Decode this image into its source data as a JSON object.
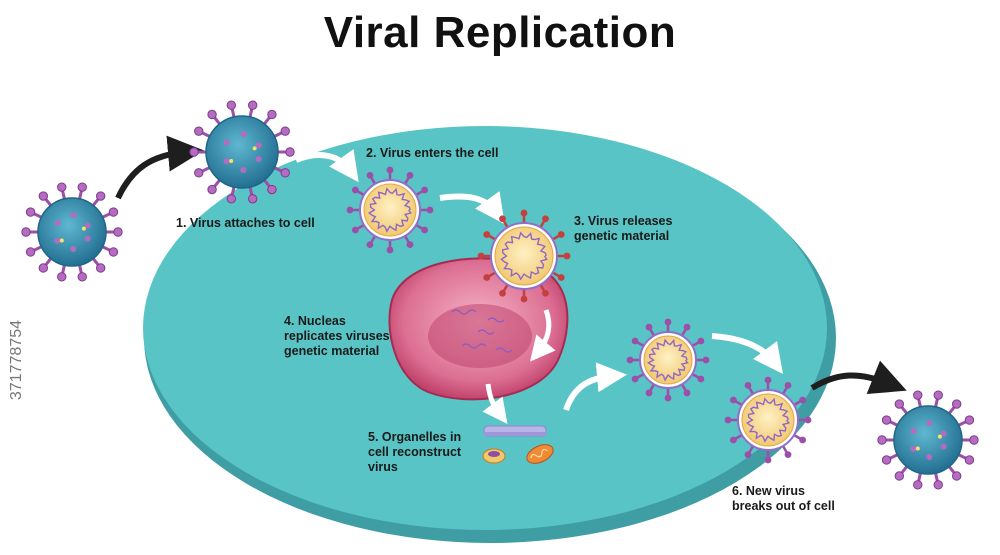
{
  "title": "Viral Replication",
  "steps": [
    {
      "label": "1. Virus attaches to cell"
    },
    {
      "label": "2. Virus enters the cell"
    },
    {
      "label": "3. Virus releases genetic material",
      "lines": [
        "3. Virus releases",
        "genetic material"
      ]
    },
    {
      "label": "4. Nucleas replicates viruses genetic material",
      "lines": [
        "4. Nucleas",
        "replicates viruses",
        "genetic material"
      ]
    },
    {
      "label": "5. Organelles in cell reconstruct virus",
      "lines": [
        "5. Organelles in",
        "cell reconstruct",
        "virus"
      ]
    },
    {
      "label": "6. New virus breaks out of cell",
      "lines": [
        "6. New virus",
        "breaks out of cell"
      ]
    }
  ],
  "stock_id": "371778754",
  "colors": {
    "cell_fill": "#56c3c4",
    "cell_rim": "#3c9ea2",
    "virus_body": "#2f93ab",
    "spike": "#9b4fa8",
    "capsid": "#f5d488",
    "nucleus": "#d14f7e",
    "arrow_dark": "#1e1e1e",
    "arrow_light": "#ffffff"
  }
}
